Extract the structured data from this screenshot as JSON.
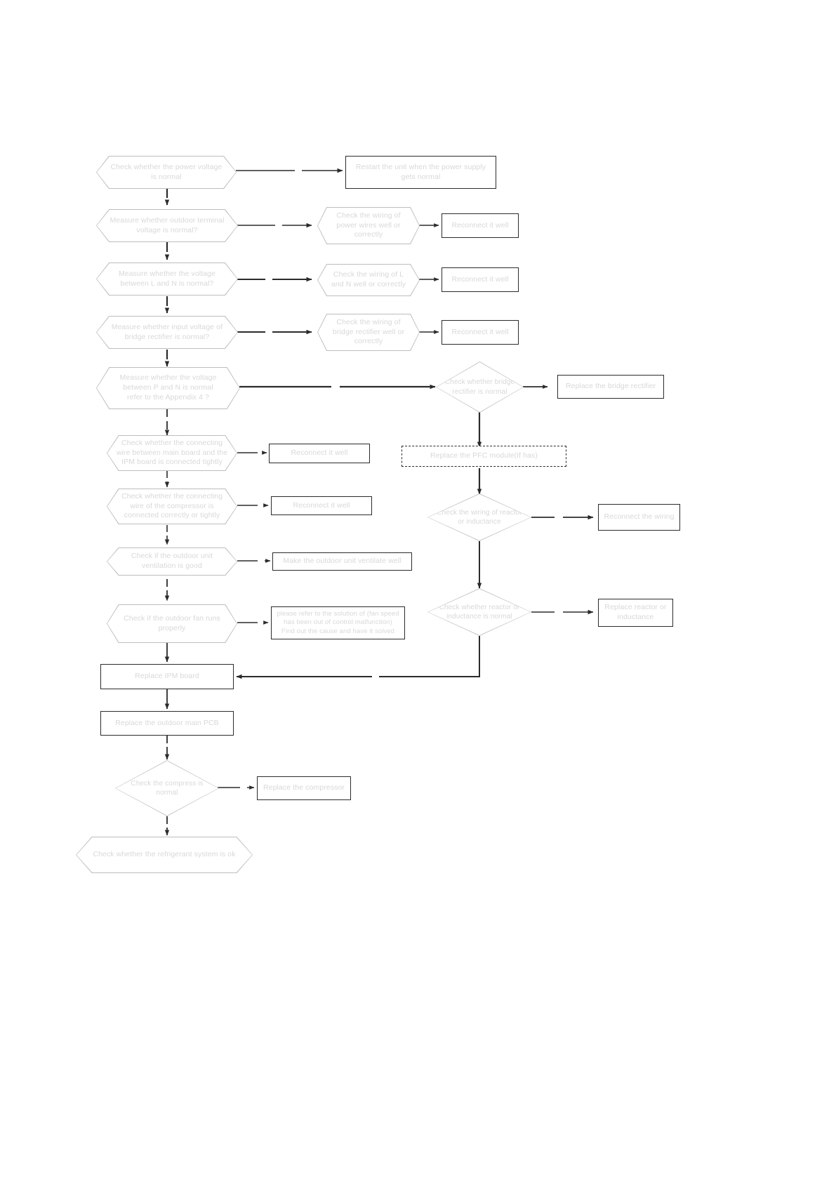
{
  "diagram": {
    "title": "Outdoor unit power / IPM troubleshooting flowchart",
    "colors": {
      "shape_outline": "#bdbdbd",
      "rect_outline": "#2b2b2b",
      "text": "#d8d8d8",
      "connector": "#2b2b2b",
      "background": "#ffffff"
    },
    "nodes": [
      {
        "id": "n1",
        "shape": "hexagon",
        "text": "Check whether the power voltage\nis normal"
      },
      {
        "id": "n1r",
        "shape": "rectangle",
        "text": "Restart the unit when the power supply\ngets normal"
      },
      {
        "id": "n2",
        "shape": "hexagon",
        "text": "Measure whether outdoor terminal\nvoltage is  normal?"
      },
      {
        "id": "n2a",
        "shape": "hexagon",
        "text": "Check the wiring of\npower wires well or\ncorrectly"
      },
      {
        "id": "n2b",
        "shape": "rectangle",
        "text": "Reconnect it well"
      },
      {
        "id": "n3",
        "shape": "hexagon",
        "text": "Measure whether the voltage\nbetween L and N is normal?"
      },
      {
        "id": "n3a",
        "shape": "hexagon",
        "text": "Check the wiring of L\nand N well or correctly"
      },
      {
        "id": "n3b",
        "shape": "rectangle",
        "text": "Reconnect it well"
      },
      {
        "id": "n4",
        "shape": "hexagon",
        "text": "Measure whether input voltage of\nbridge rectifier is normal?"
      },
      {
        "id": "n4a",
        "shape": "hexagon",
        "text": "Check the wiring of\nbridge rectifier well or\ncorrectly"
      },
      {
        "id": "n4b",
        "shape": "rectangle",
        "text": "Reconnect it well"
      },
      {
        "id": "n5",
        "shape": "hexagon",
        "text": "Measure whether the voltage\nbetween P and N is normal\nrefer to the Appendix 4 ?"
      },
      {
        "id": "n5a",
        "shape": "diamond",
        "text": "Check whether bridge\nrectifier is normal"
      },
      {
        "id": "n5b",
        "shape": "rectangle",
        "text": "Replace the bridge rectifier"
      },
      {
        "id": "n6",
        "shape": "hexagon",
        "text": "Check whether the connecting\nwire between main board and the\nIPM board is connected tightly"
      },
      {
        "id": "n6a",
        "shape": "rectangle",
        "text": "Reconnect it well"
      },
      {
        "id": "n6p",
        "shape": "rectangle-dashed",
        "text": "Replace the PFC module(If has)"
      },
      {
        "id": "n7",
        "shape": "hexagon",
        "text": "Check whether the connecting\nwire of the compressor is\nconnected correctly or tightly"
      },
      {
        "id": "n7a",
        "shape": "rectangle",
        "text": "Reconnect it well"
      },
      {
        "id": "n7d",
        "shape": "diamond",
        "text": "Check the wiring of reactor\nor inductance"
      },
      {
        "id": "n7r",
        "shape": "rectangle",
        "text": "Reconnect the wiring"
      },
      {
        "id": "n8",
        "shape": "hexagon",
        "text": "Check if the outdoor unit\nventilation is good"
      },
      {
        "id": "n8a",
        "shape": "rectangle",
        "text": "Make the outdoor unit ventilate well"
      },
      {
        "id": "n9",
        "shape": "hexagon",
        "text": "Check if the outdoor fan runs\nproperly"
      },
      {
        "id": "n9a",
        "shape": "rectangle",
        "text": "please refer to the solution of (fan speed\nhas been out of control malfunction)\nFind out the cause and have it solved"
      },
      {
        "id": "n9d",
        "shape": "diamond",
        "text": "Check whether reactor or\ninductance is normal"
      },
      {
        "id": "n9r",
        "shape": "rectangle",
        "text": "Replace reactor or\ninductance"
      },
      {
        "id": "n10",
        "shape": "rectangle",
        "text": "Replace IPM  board"
      },
      {
        "id": "n11",
        "shape": "rectangle",
        "text": "Replace the outdoor main PCB"
      },
      {
        "id": "n12",
        "shape": "diamond",
        "text": "Check the compress is\nnormal"
      },
      {
        "id": "n12a",
        "shape": "rectangle",
        "text": "Replace the compressor"
      },
      {
        "id": "n13",
        "shape": "hexagon",
        "text": "Check whether the refrigerant system is ok"
      }
    ]
  }
}
